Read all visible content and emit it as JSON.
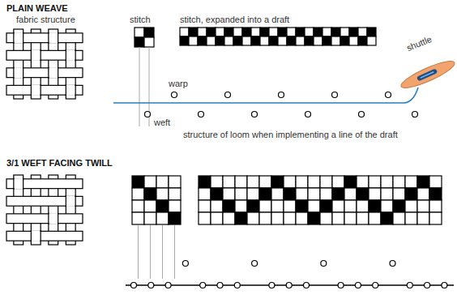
{
  "diagram": {
    "labels": [
      "PLAIN WEAVE",
      "fabric structure",
      "stitch",
      "stitch, expanded into a draft",
      "warp",
      "weft",
      "shuttle",
      "structure of loom when implementing a line of the draft",
      "3/1 WEFT FACING TWILL"
    ]
  }
}
